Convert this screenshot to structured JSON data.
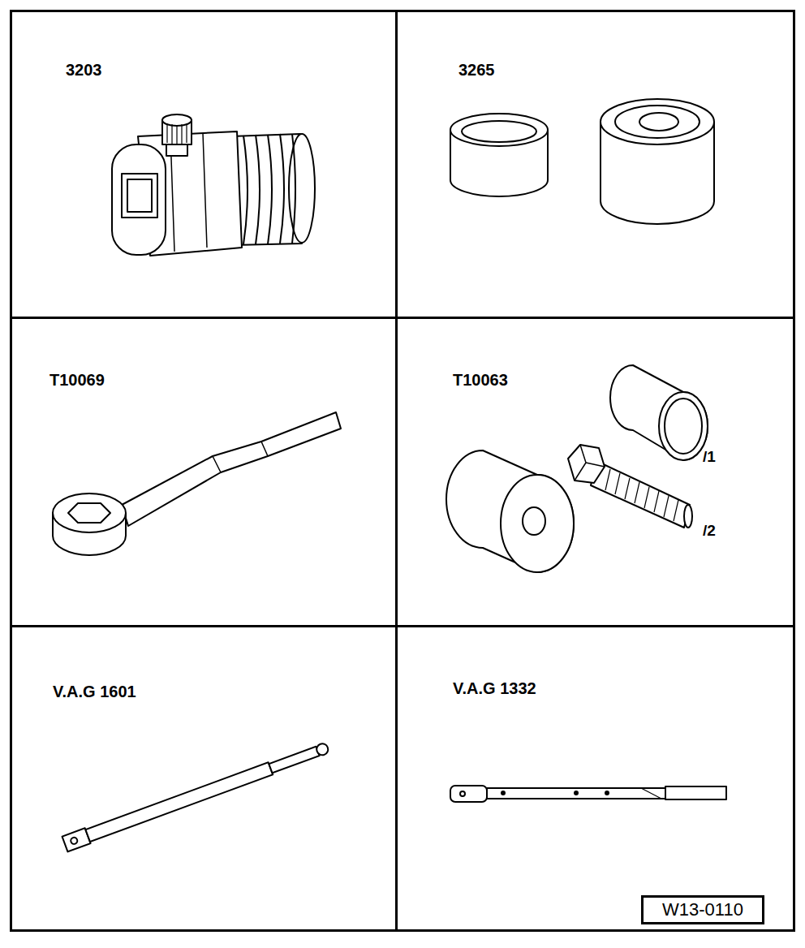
{
  "diagram": {
    "nodes": [
      {
        "text": [
          "3203"
        ]
      },
      {
        "text": [
          "3265"
        ]
      },
      {
        "text": [
          "T10069"
        ]
      },
      {
        "text": [
          "T10063"
        ]
      },
      {
        "text": [
          "V.A.G 1601"
        ]
      },
      {
        "text": [
          "V.A.G 1332"
        ]
      },
      {
        "text": [
          "W13-0110"
        ],
        "in": 5
      }
    ],
    "labels": [
      "/1",
      "/2"
    ]
  }
}
